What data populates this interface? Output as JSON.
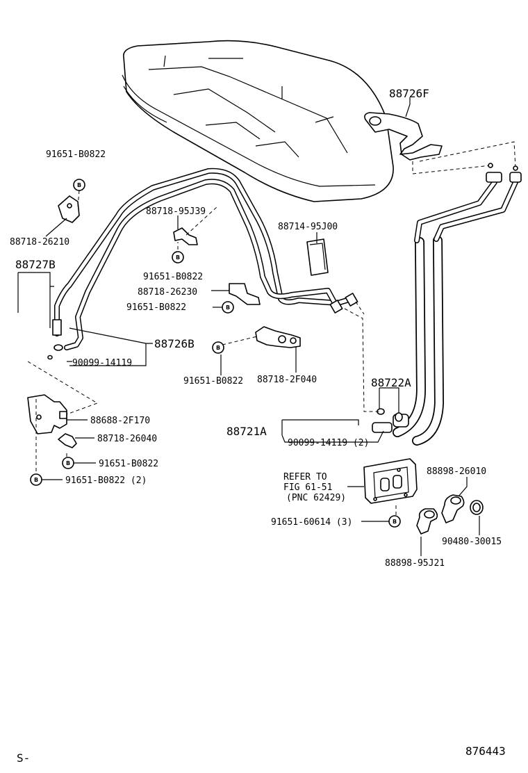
{
  "diagram": {
    "labels": {
      "p88726F": "88726F",
      "p91651_B0822_a": "91651-B0822",
      "p88718_26210": "88718-26210",
      "p88718_95J39": "88718-95J39",
      "p88714_95J00": "88714-95J00",
      "p88727B": "88727B",
      "p91651_B0822_b": "91651-B0822",
      "p88718_26230": "88718-26230",
      "p91651_B0822_c": "91651-B0822",
      "p88726B": "88726B",
      "p90099_14119_a": "90099-14119",
      "p91651_B0822_d": "91651-B0822",
      "p88718_2F040": "88718-2F040",
      "p88722A": "88722A",
      "p88688_2F170": "88688-2F170",
      "p88718_26040": "88718-26040",
      "p88721A": "88721A",
      "p90099_14119_b": "90099-14119 (2)",
      "p91651_B0822_e": "91651-B0822",
      "p91651_B0822_f": "91651-B0822 (2)",
      "refer_line1": "REFER TO",
      "refer_line2": "FIG 61-51",
      "refer_line3": "(PNC 62429)",
      "p88898_26010": "88898-26010",
      "p91651_60614": "91651-60614 (3)",
      "p90480_30015": "90480-30015",
      "p88898_95J21": "88898-95J21"
    },
    "bolt_letter": "B",
    "footer_left": "S-",
    "footer_right": "876443"
  }
}
